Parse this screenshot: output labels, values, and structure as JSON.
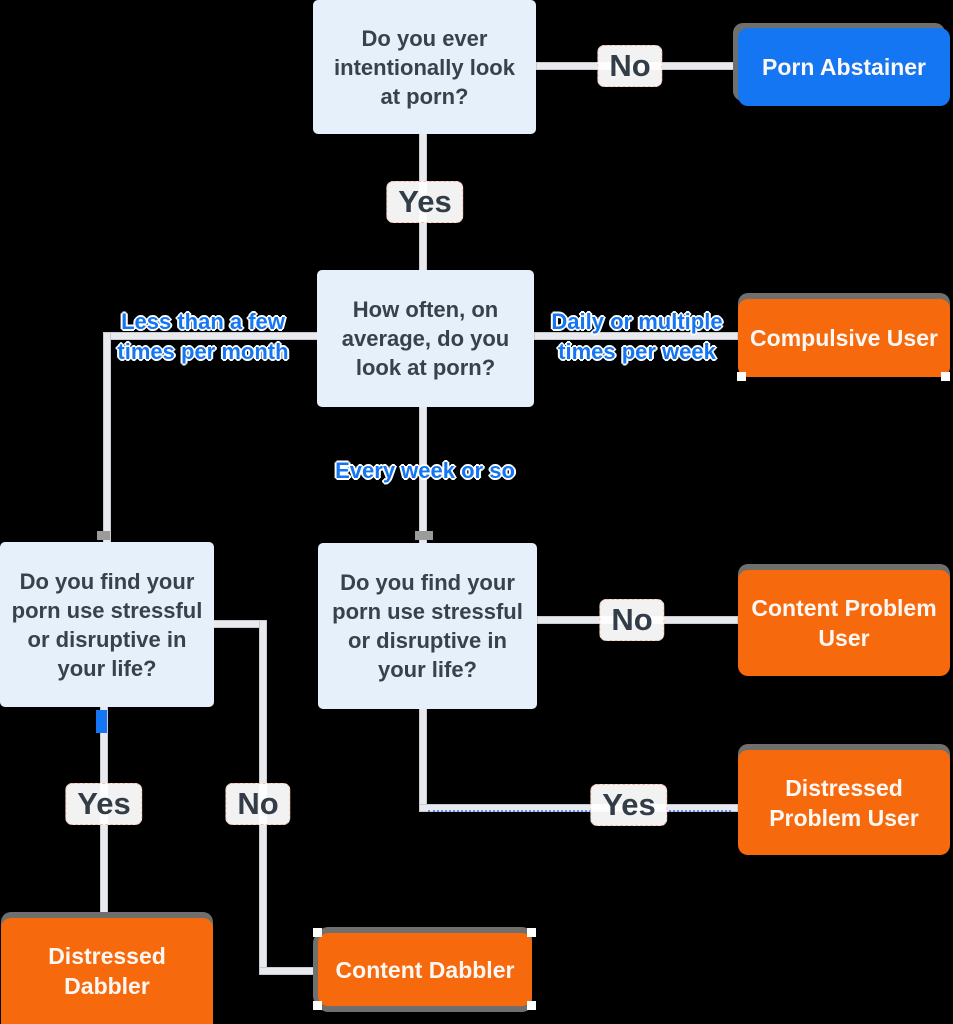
{
  "diagram": {
    "title_hint": "porn-use decision flowchart",
    "colors": {
      "background": "#000000",
      "question_fill": "#e6f0fa",
      "question_text": "#38424e",
      "primary_blue": "#1476f2",
      "accent_orange": "#f6690d",
      "connector_gray": "#e9eaed",
      "shadow_strip_gray": "#6f6f6e",
      "edge_label_text": "#333d47"
    },
    "questions": {
      "ever_look": "Do you ever\nintentionally look\nat porn?",
      "how_often": "How often, on\naverage, do you\nlook at porn?",
      "stressful_left": "Do you find your\nporn use stressful\nor disruptive in\nyour life?",
      "stressful_mid": "Do you find your\nporn use stressful\nor disruptive in\nyour life?"
    },
    "outcomes": {
      "porn_abstainer": "Porn Abstainer",
      "compulsive_user": "Compulsive User",
      "content_problem_user": "Content Problem\nUser",
      "distressed_problem_user": "Distressed\nProblem User",
      "distressed_dabbler": "Distressed\nDabbler",
      "content_dabbler": "Content Dabbler"
    },
    "edge_labels": {
      "yes": "Yes",
      "no": "No",
      "less_than_few": "Less than a few\ntimes per month",
      "daily_multiple": "Daily or multiple\ntimes per week",
      "every_week": "Every week or so"
    }
  }
}
